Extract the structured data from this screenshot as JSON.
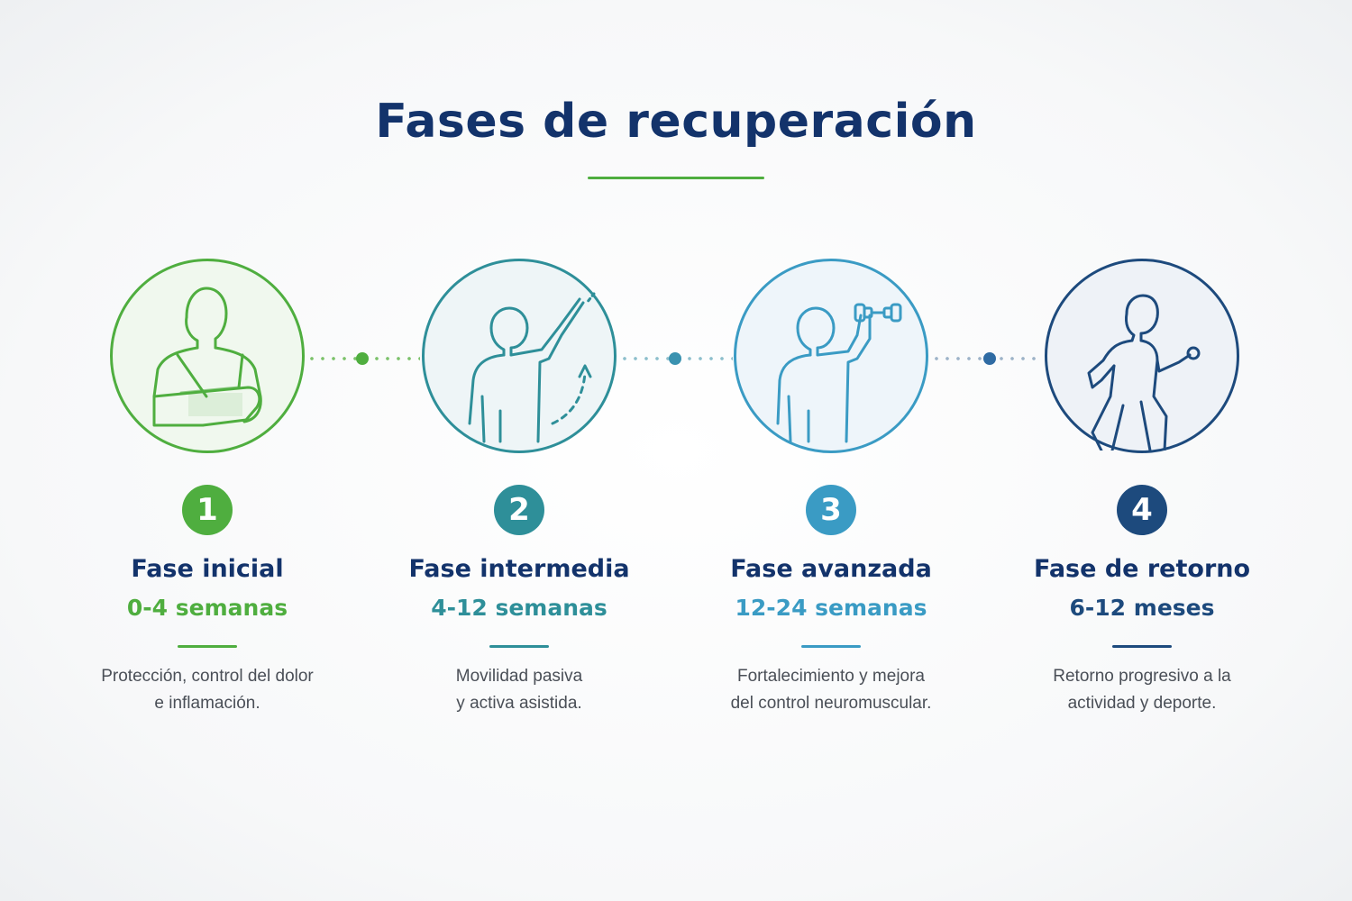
{
  "title": "Fases de recuperación",
  "colors": {
    "green": "#4fae3f",
    "teal": "#2e8f99",
    "blue": "#3a9bc4",
    "navy": "#1d4a7d",
    "heading": "#13336b"
  },
  "phases": [
    {
      "number": "1",
      "name": "Fase inicial",
      "duration": "0-4 semanas",
      "desc_line1": "Protección, control del dolor",
      "desc_line2": "e inflamación.",
      "icon": "arm-sling-icon"
    },
    {
      "number": "2",
      "name": "Fase intermedia",
      "duration": "4-12 semanas",
      "desc_line1": "Movilidad pasiva",
      "desc_line2": "y activa asistida.",
      "icon": "arm-raise-icon"
    },
    {
      "number": "3",
      "name": "Fase avanzada",
      "duration": "12-24 semanas",
      "desc_line1": "Fortalecimiento y mejora",
      "desc_line2": "del control neuromuscular.",
      "icon": "dumbbell-lift-icon"
    },
    {
      "number": "4",
      "name": "Fase de retorno",
      "duration": "6-12 meses",
      "desc_line1": "Retorno progresivo a la",
      "desc_line2": "actividad y deporte.",
      "icon": "running-person-icon"
    }
  ]
}
